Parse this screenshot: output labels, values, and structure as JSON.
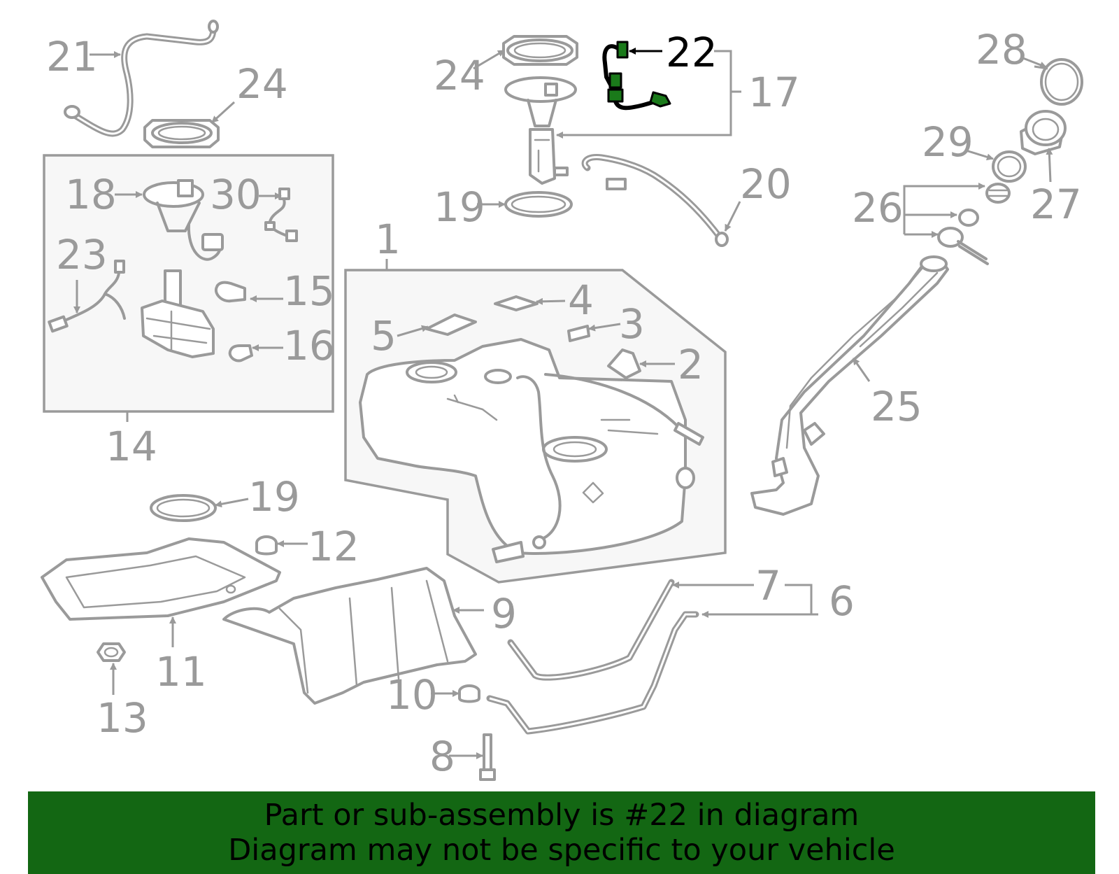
{
  "diagram": {
    "highlight_color": "#1a7a1a",
    "line_color": "#9a9a9a",
    "labels": {
      "p1": "1",
      "p2": "2",
      "p3": "3",
      "p4": "4",
      "p5": "5",
      "p6": "6",
      "p7": "7",
      "p8": "8",
      "p9": "9",
      "p10": "10",
      "p11": "11",
      "p12": "12",
      "p13": "13",
      "p14": "14",
      "p15": "15",
      "p16": "16",
      "p17": "17",
      "p18": "18",
      "p19a": "19",
      "p19b": "19",
      "p20": "20",
      "p21": "21",
      "p22": "22",
      "p23": "23",
      "p24a": "24",
      "p24b": "24",
      "p25": "25",
      "p26": "26",
      "p27": "27",
      "p28": "28",
      "p29": "29",
      "p30": "30"
    }
  },
  "banner": {
    "color": "#136713",
    "line1": "Part or sub-assembly is #22 in diagram",
    "line2": "Diagram may not be specific to your vehicle"
  }
}
